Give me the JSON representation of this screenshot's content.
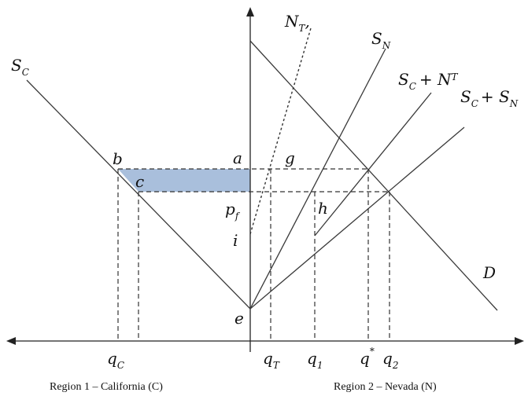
{
  "diagram": {
    "curves": {
      "sc": {
        "main": "S",
        "sub": "C"
      },
      "sn": {
        "main": "S",
        "sub": "N"
      },
      "nt": {
        "main": "N",
        "sub": "T"
      },
      "sc_plus_nt": {
        "main": "S",
        "sub": "C",
        "plus": "+ N",
        "sub2": "T"
      },
      "sc_plus_sn": {
        "main": "S",
        "sub": "C",
        "plus": "+ S",
        "sub2": "N"
      },
      "d": {
        "main": "D"
      }
    },
    "points": {
      "a": "a",
      "b": "b",
      "c": "c",
      "e": "e",
      "g": "g",
      "h": "h",
      "i": "i",
      "pf": {
        "main": "p",
        "sub": "f"
      }
    },
    "x_ticks": {
      "qc": {
        "main": "q",
        "sub": "C"
      },
      "qt": {
        "main": "q",
        "sub": "T"
      },
      "q1": {
        "main": "q",
        "sub": "1"
      },
      "qstar": {
        "main": "q",
        "sup": "*"
      },
      "q2": {
        "main": "q",
        "sub": "2"
      }
    },
    "regions": {
      "left": "Region 1 – California (C)",
      "right": "Region 2 – Nevada (N)"
    },
    "colors": {
      "shaded_area": "#a9bfdc",
      "lines": "#3a3a3a"
    }
  }
}
